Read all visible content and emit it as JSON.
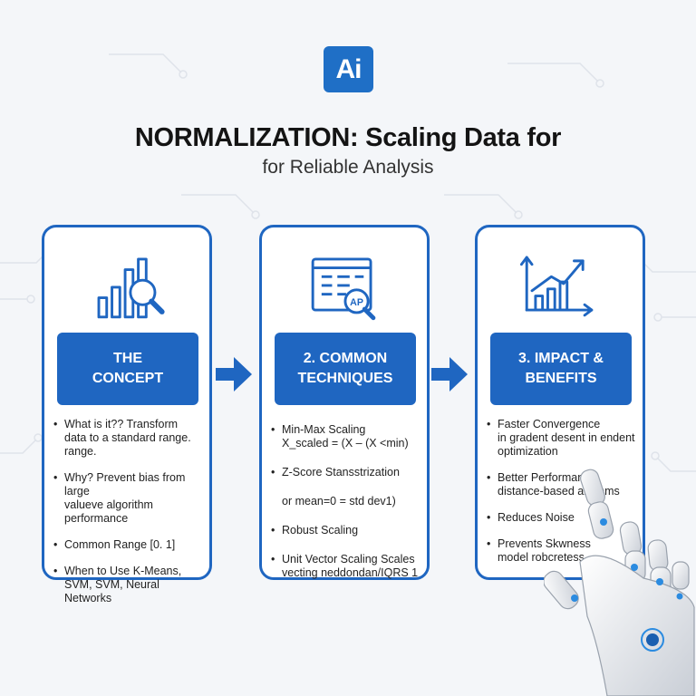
{
  "logo": {
    "text": "Ai"
  },
  "title": "NORMALIZATION: Scaling Data for",
  "subtitle": "for Reliable Analysis",
  "colors": {
    "accent": "#1f66c1",
    "background": "#f4f6f9",
    "text": "#222222"
  },
  "panels": [
    {
      "icon": "bar-chart-magnifier-icon",
      "header": [
        "THE",
        "CONCEPT"
      ],
      "items": [
        "What is it?? Transform\ndata to a standard range.\nrange.",
        "Why? Prevent bias from large\nvalueve algorithm performance",
        "Common Range [0. 1]",
        "When to Use K-Means,\nSVM, SVM, Neural\nNetworks"
      ]
    },
    {
      "icon": "spreadsheet-magnifier-icon",
      "icon_label": "AP",
      "header": [
        "2. COMMON",
        "TECHNIQUES"
      ],
      "items": [
        "Min-Max Scaling\nX_scaled = (X – (X <min)",
        "Z-Score Stansstrization",
        "or mean=0 = std dev1)",
        "Robust Scaling",
        "Unit Vector Scaling Scales\nvecting neddondan/IQRS 1"
      ],
      "bullets": [
        true,
        true,
        false,
        true,
        true
      ]
    },
    {
      "icon": "trend-line-chart-icon",
      "header": [
        "3. IMPACT &",
        "BENEFITS"
      ],
      "items": [
        "Faster Convergence\nin gradent desent in endent\noptimization",
        "Better Performanre\ndistance-based algithms",
        "Reduces Noise",
        "Prevents Skwness\nmodel robcretess"
      ]
    }
  ],
  "decorations": {
    "arrow_icon": "right-arrow-icon",
    "hand_icon": "robot-hand-icon"
  }
}
